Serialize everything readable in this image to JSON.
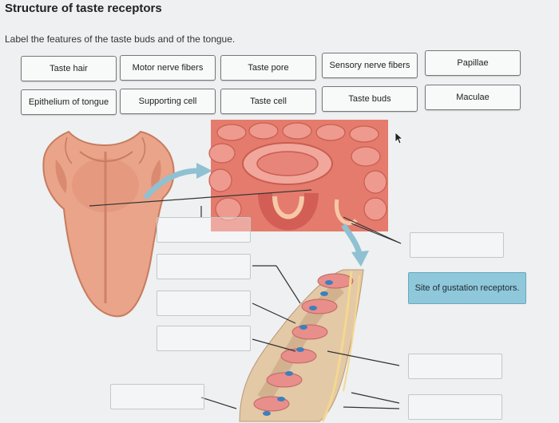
{
  "header": {
    "title": "Structure of taste receptors"
  },
  "question": {
    "instructions": "Label the features of the taste buds and of the tongue."
  },
  "labels": [
    "Taste hair",
    "Motor nerve fibers",
    "Taste pore",
    "Sensory nerve fibers",
    "Papillae",
    "Epithelium of tongue",
    "Supporting cell",
    "Taste cell",
    "Taste buds",
    "Maculae"
  ],
  "placed": {
    "label": "Site of gustation receptors."
  },
  "colors": {
    "tongue": "#e9a489",
    "papillae": "#e7766a",
    "placed_bg": "#8fc7db"
  },
  "icons": [
    "cursor-arrow-icon",
    "curved-arrow-icon",
    "down-arrow-icon"
  ]
}
